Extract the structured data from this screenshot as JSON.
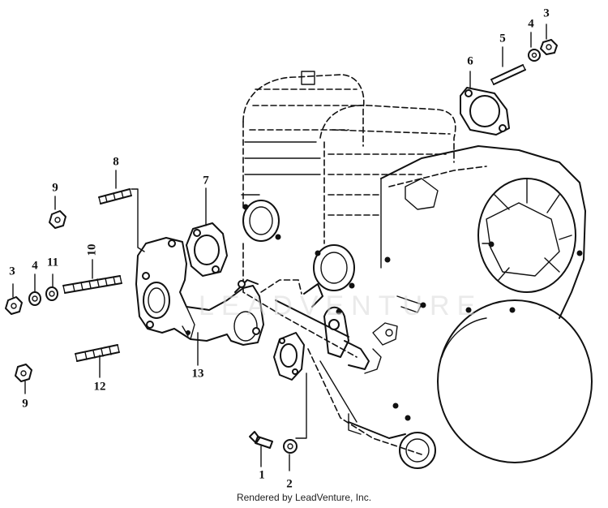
{
  "diagram": {
    "callouts": [
      {
        "id": "c-1",
        "text": "1"
      },
      {
        "id": "c-2",
        "text": "2"
      },
      {
        "id": "c-3a",
        "text": "3"
      },
      {
        "id": "c-3b",
        "text": "3"
      },
      {
        "id": "c-4a",
        "text": "4"
      },
      {
        "id": "c-4b",
        "text": "4"
      },
      {
        "id": "c-5",
        "text": "5"
      },
      {
        "id": "c-6",
        "text": "6"
      },
      {
        "id": "c-7",
        "text": "7"
      },
      {
        "id": "c-8",
        "text": "8"
      },
      {
        "id": "c-9a",
        "text": "9"
      },
      {
        "id": "c-9b",
        "text": "9"
      },
      {
        "id": "c-10",
        "text": "10"
      },
      {
        "id": "c-11",
        "text": "11"
      },
      {
        "id": "c-12",
        "text": "12"
      },
      {
        "id": "c-13",
        "text": "13"
      }
    ],
    "footer": "Rendered by LeadVenture, Inc."
  }
}
